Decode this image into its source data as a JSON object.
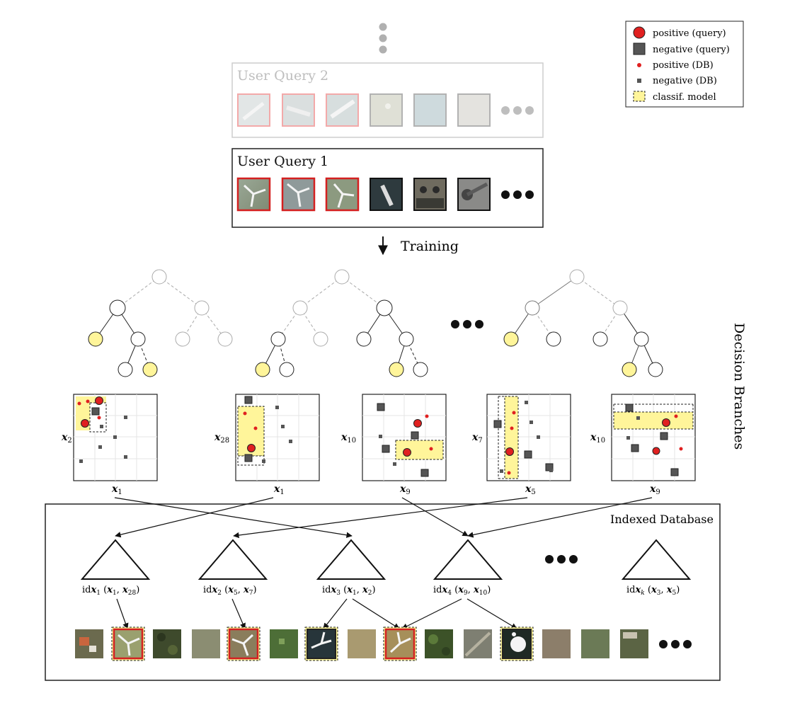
{
  "legend": {
    "items": [
      {
        "label": "positive (query)",
        "symbol": "red-circle-large"
      },
      {
        "label": "negative (query)",
        "symbol": "gray-square-large"
      },
      {
        "label": "positive (DB)",
        "symbol": "red-dot-small"
      },
      {
        "label": "negative (DB)",
        "symbol": "gray-square-small"
      },
      {
        "label": "classif. model",
        "symbol": "yellow-dashed-box"
      }
    ]
  },
  "queries": {
    "query2_title": "User Query 2",
    "query1_title": "User Query 1"
  },
  "training_label": "Training",
  "decision_branches_label": "Decision Branches",
  "plots": [
    {
      "ylabel": "x",
      "ysub": "2",
      "xlabel": "x",
      "xsub": "1"
    },
    {
      "ylabel": "x",
      "ysub": "28",
      "xlabel": "x",
      "xsub": "1"
    },
    {
      "ylabel": "x",
      "ysub": "10",
      "xlabel": "x",
      "xsub": "9"
    },
    {
      "ylabel": "x",
      "ysub": "7",
      "xlabel": "x",
      "xsub": "5"
    },
    {
      "ylabel": "x",
      "ysub": "10",
      "xlabel": "x",
      "xsub": "9"
    }
  ],
  "database": {
    "title": "Indexed Database",
    "indexes": [
      {
        "id": "1",
        "a": "1",
        "b": "28"
      },
      {
        "id": "2",
        "a": "5",
        "b": "7"
      },
      {
        "id": "3",
        "a": "1",
        "b": "2"
      },
      {
        "id": "4",
        "a": "9",
        "b": "10"
      },
      {
        "id": "k",
        "a": "3",
        "b": "5"
      }
    ]
  },
  "colors": {
    "positive": "#e02020",
    "negative": "#555555",
    "model": "#fff59a",
    "faded": "#bbbbbb"
  }
}
